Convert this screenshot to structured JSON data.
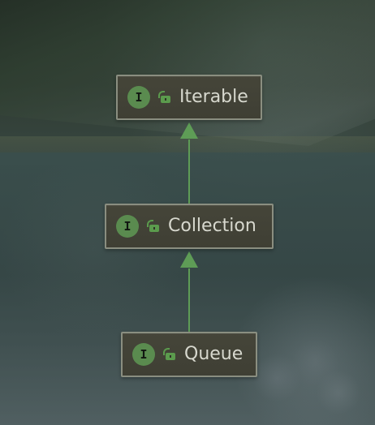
{
  "diagram": {
    "nodes": [
      {
        "id": "iterable",
        "label": "Iterable",
        "badge_text": "I",
        "badge_icon": "interface-icon",
        "access_icon": "unlocked-icon"
      },
      {
        "id": "collection",
        "label": "Collection",
        "badge_text": "I",
        "badge_icon": "interface-icon",
        "access_icon": "unlocked-icon"
      },
      {
        "id": "queue",
        "label": "Queue",
        "badge_text": "I",
        "badge_icon": "interface-icon",
        "access_icon": "unlocked-icon"
      }
    ],
    "edges": [
      {
        "from": "collection",
        "to": "iterable",
        "type": "inheritance"
      },
      {
        "from": "queue",
        "to": "collection",
        "type": "inheritance"
      }
    ]
  },
  "theme": {
    "node_fill": "#454539",
    "node_border": "#8a8e80",
    "node_text": "#d7d8ce",
    "connector": "#5e9c56",
    "badge_fill": "#5a8b4f",
    "badge_text": "#111611",
    "lock_color": "#5b9b4d"
  }
}
